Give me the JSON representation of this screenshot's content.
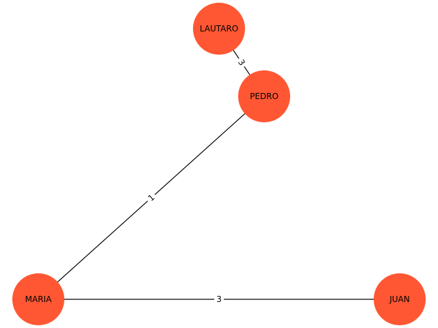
{
  "graph": {
    "node_color": "#ff5733",
    "edge_color": "#000000",
    "label_color": "#000000",
    "nodes": [
      {
        "id": "LAUTARO",
        "label": "LAUTARO"
      },
      {
        "id": "PEDRO",
        "label": "PEDRO"
      },
      {
        "id": "MARIA",
        "label": "MARIA"
      },
      {
        "id": "JUAN",
        "label": "JUAN"
      }
    ],
    "edges": [
      {
        "source": "LAUTARO",
        "target": "PEDRO",
        "weight": "3"
      },
      {
        "source": "PEDRO",
        "target": "MARIA",
        "weight": "1"
      },
      {
        "source": "MARIA",
        "target": "JUAN",
        "weight": "3"
      }
    ]
  }
}
